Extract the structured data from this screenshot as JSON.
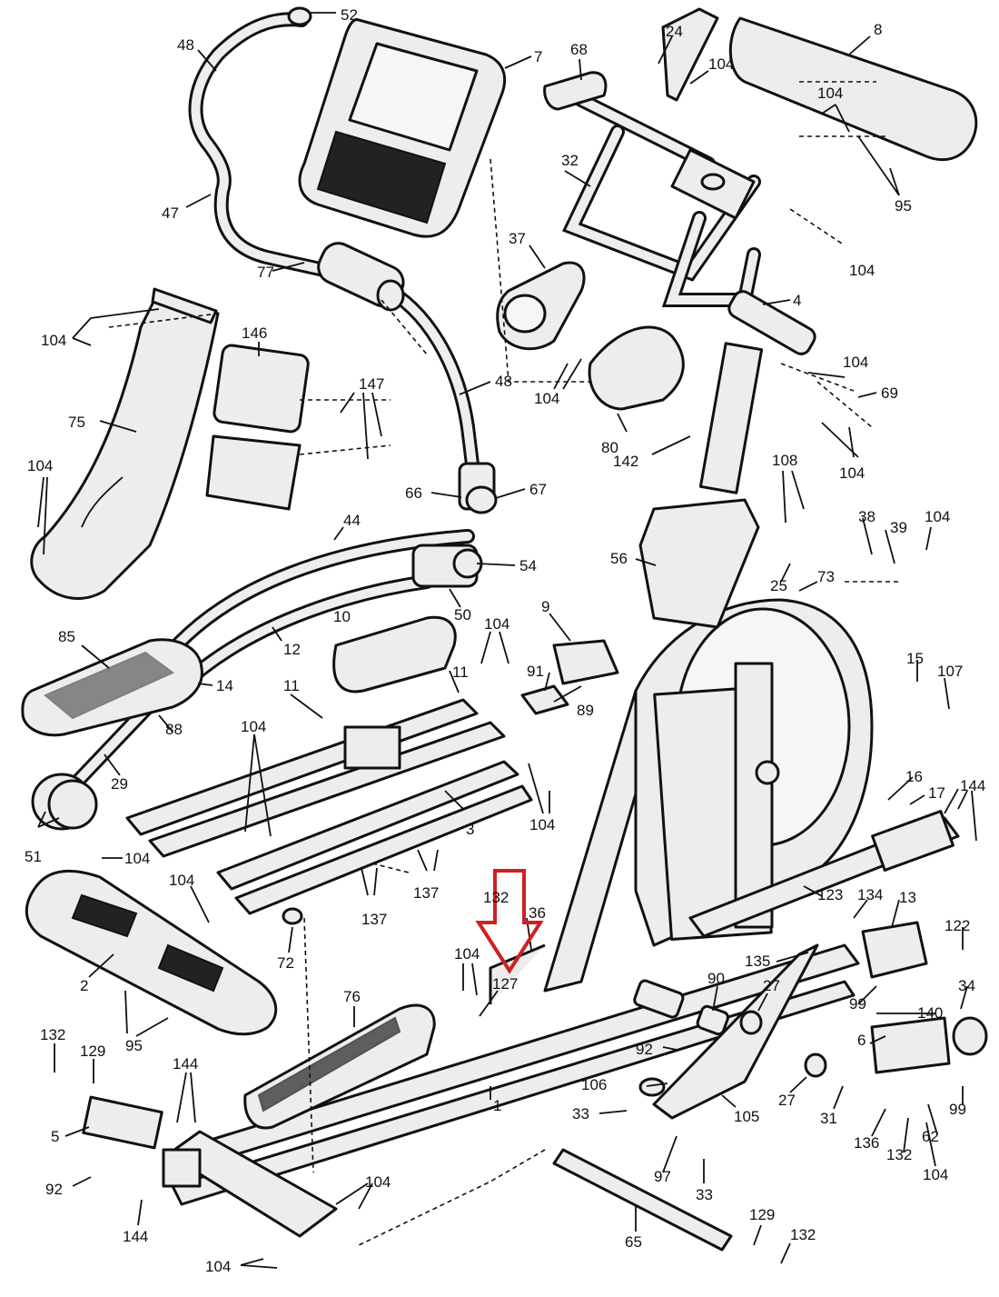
{
  "diagram": {
    "callouts": [
      {
        "id": "c52",
        "text": "52"
      },
      {
        "id": "c48a",
        "text": "48"
      },
      {
        "id": "c7",
        "text": "7"
      },
      {
        "id": "c47",
        "text": "47"
      },
      {
        "id": "c77",
        "text": "77"
      },
      {
        "id": "c104a",
        "text": "104"
      },
      {
        "id": "c146",
        "text": "146"
      },
      {
        "id": "c147",
        "text": "147"
      },
      {
        "id": "c48b",
        "text": "48"
      },
      {
        "id": "c75",
        "text": "75"
      },
      {
        "id": "c104b",
        "text": "104"
      },
      {
        "id": "c66",
        "text": "66"
      },
      {
        "id": "c67",
        "text": "67"
      },
      {
        "id": "c44",
        "text": "44"
      },
      {
        "id": "c54",
        "text": "54"
      },
      {
        "id": "c50",
        "text": "50"
      },
      {
        "id": "c85",
        "text": "85"
      },
      {
        "id": "c12",
        "text": "12"
      },
      {
        "id": "c10",
        "text": "10"
      },
      {
        "id": "c14",
        "text": "14"
      },
      {
        "id": "c88",
        "text": "88"
      },
      {
        "id": "c11a",
        "text": "11"
      },
      {
        "id": "c11b",
        "text": "11"
      },
      {
        "id": "c29",
        "text": "29"
      },
      {
        "id": "c104c",
        "text": "104"
      },
      {
        "id": "c51",
        "text": "51"
      },
      {
        "id": "c104d",
        "text": "104"
      },
      {
        "id": "c104e",
        "text": "104"
      },
      {
        "id": "c137a",
        "text": "137"
      },
      {
        "id": "c137b",
        "text": "137"
      },
      {
        "id": "c3",
        "text": "3"
      },
      {
        "id": "c72",
        "text": "72"
      },
      {
        "id": "c2",
        "text": "2"
      },
      {
        "id": "c95a",
        "text": "95"
      },
      {
        "id": "c24",
        "text": "24"
      },
      {
        "id": "c68",
        "text": "68"
      },
      {
        "id": "c104f",
        "text": "104"
      },
      {
        "id": "c8",
        "text": "8"
      },
      {
        "id": "c104g",
        "text": "104"
      },
      {
        "id": "c95b",
        "text": "95"
      },
      {
        "id": "c32",
        "text": "32"
      },
      {
        "id": "c37",
        "text": "37"
      },
      {
        "id": "c104h",
        "text": "104"
      },
      {
        "id": "c4",
        "text": "4"
      },
      {
        "id": "c104i",
        "text": "104"
      },
      {
        "id": "c104j",
        "text": "104"
      },
      {
        "id": "c69",
        "text": "69"
      },
      {
        "id": "c80",
        "text": "80"
      },
      {
        "id": "c142",
        "text": "142"
      },
      {
        "id": "c104k",
        "text": "104"
      },
      {
        "id": "c108",
        "text": "108"
      },
      {
        "id": "c38",
        "text": "38"
      },
      {
        "id": "c39",
        "text": "39"
      },
      {
        "id": "c104l",
        "text": "104"
      },
      {
        "id": "c56",
        "text": "56"
      },
      {
        "id": "c25",
        "text": "25"
      },
      {
        "id": "c73",
        "text": "73"
      },
      {
        "id": "c9",
        "text": "9"
      },
      {
        "id": "c104m",
        "text": "104"
      },
      {
        "id": "c91",
        "text": "91"
      },
      {
        "id": "c89",
        "text": "89"
      },
      {
        "id": "c104n",
        "text": "104"
      },
      {
        "id": "c15",
        "text": "15"
      },
      {
        "id": "c107",
        "text": "107"
      },
      {
        "id": "c16",
        "text": "16"
      },
      {
        "id": "c17",
        "text": "17"
      },
      {
        "id": "c144a",
        "text": "144"
      },
      {
        "id": "c123",
        "text": "123"
      },
      {
        "id": "c134",
        "text": "134"
      },
      {
        "id": "c13",
        "text": "13"
      },
      {
        "id": "c122",
        "text": "122"
      },
      {
        "id": "c135",
        "text": "135"
      },
      {
        "id": "c34",
        "text": "34"
      },
      {
        "id": "c99a",
        "text": "99"
      },
      {
        "id": "c140",
        "text": "140"
      },
      {
        "id": "c6",
        "text": "6"
      },
      {
        "id": "c99b",
        "text": "99"
      },
      {
        "id": "c62",
        "text": "62"
      },
      {
        "id": "c104o",
        "text": "104"
      },
      {
        "id": "c132a",
        "text": "132"
      },
      {
        "id": "c136",
        "text": "136"
      },
      {
        "id": "c31",
        "text": "31"
      },
      {
        "id": "c27a",
        "text": "27"
      },
      {
        "id": "c27b",
        "text": "27"
      },
      {
        "id": "c90",
        "text": "90"
      },
      {
        "id": "c92a",
        "text": "92"
      },
      {
        "id": "c106",
        "text": "106"
      },
      {
        "id": "c105",
        "text": "105"
      },
      {
        "id": "c33a",
        "text": "33"
      },
      {
        "id": "c97",
        "text": "97"
      },
      {
        "id": "c33b",
        "text": "33"
      },
      {
        "id": "c65",
        "text": "65"
      },
      {
        "id": "c129a",
        "text": "129"
      },
      {
        "id": "c132b",
        "text": "132"
      },
      {
        "id": "c132c",
        "text": "132"
      },
      {
        "id": "c36",
        "text": "36"
      },
      {
        "id": "c104p",
        "text": "104"
      },
      {
        "id": "c127",
        "text": "127"
      },
      {
        "id": "c1",
        "text": "1"
      },
      {
        "id": "c76",
        "text": "76"
      },
      {
        "id": "c132d",
        "text": "132"
      },
      {
        "id": "c129b",
        "text": "129"
      },
      {
        "id": "c144b",
        "text": "144"
      },
      {
        "id": "c5",
        "text": "5"
      },
      {
        "id": "c92b",
        "text": "92"
      },
      {
        "id": "c104q",
        "text": "104"
      },
      {
        "id": "c144c",
        "text": "144"
      },
      {
        "id": "c104r",
        "text": "104"
      }
    ],
    "highlight_arrow_color": "#d11f1f",
    "line_color": "#111111"
  }
}
